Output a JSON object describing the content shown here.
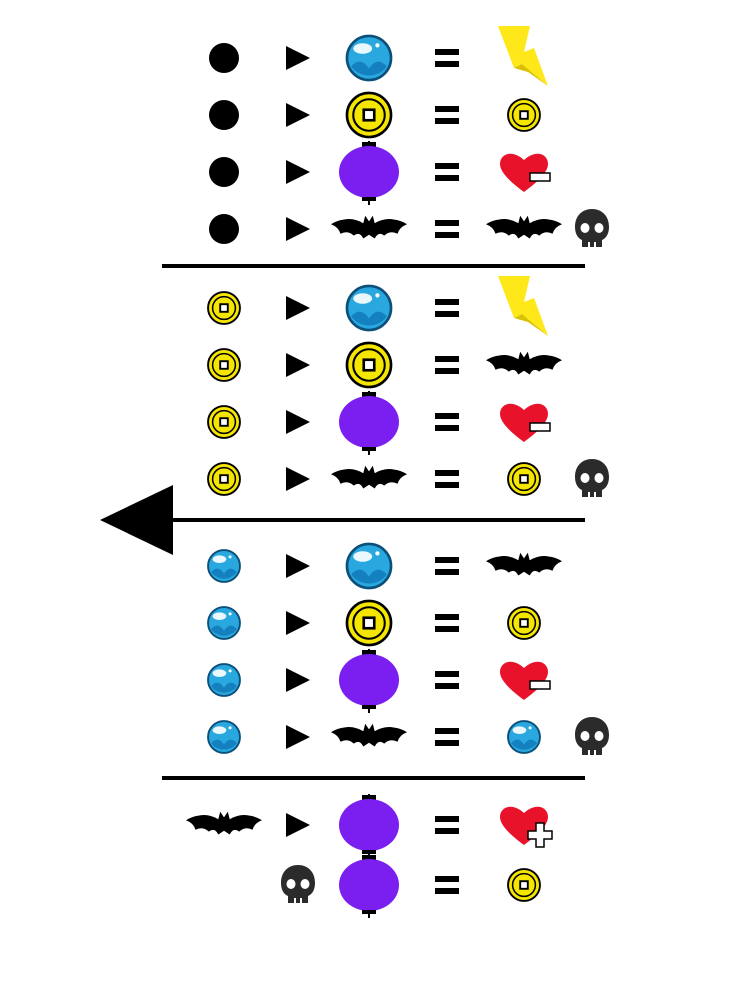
{
  "sections": [
    {
      "name": "black-dot",
      "rows": [
        {
          "left": "dot",
          "target": "orb",
          "result": "bolt",
          "skull": false
        },
        {
          "left": "dot",
          "target": "coin",
          "result": "coin",
          "skull": false
        },
        {
          "left": "dot",
          "target": "lantern",
          "result": "heart-minus",
          "skull": false
        },
        {
          "left": "dot",
          "target": "bat",
          "result": "bat",
          "skull": true
        }
      ]
    },
    {
      "name": "coin",
      "rows": [
        {
          "left": "coin",
          "target": "orb",
          "result": "bolt",
          "skull": false
        },
        {
          "left": "coin",
          "target": "coin",
          "result": "bat",
          "skull": false
        },
        {
          "left": "coin",
          "target": "lantern",
          "result": "heart-minus",
          "skull": false
        },
        {
          "left": "coin",
          "target": "bat",
          "result": "coin",
          "skull": true
        }
      ]
    },
    {
      "name": "orb",
      "rows": [
        {
          "left": "orb",
          "target": "orb",
          "result": "bat",
          "skull": false
        },
        {
          "left": "orb",
          "target": "coin",
          "result": "coin",
          "skull": false
        },
        {
          "left": "orb",
          "target": "lantern",
          "result": "heart-minus",
          "skull": false
        },
        {
          "left": "orb",
          "target": "bat",
          "result": "orb",
          "skull": true
        }
      ]
    },
    {
      "name": "bat-lantern",
      "rows": [
        {
          "left": "bat",
          "target": "lantern",
          "result": "heart-plus",
          "skull": false
        },
        {
          "left": "skull",
          "target": "lantern",
          "result": "coin",
          "skull": false
        }
      ]
    }
  ],
  "colors": {
    "orb": "#29a8e0",
    "coin": "#f4e600",
    "lantern": "#7a1ff0",
    "heart": "#e8122a",
    "bolt": "#ffe81a",
    "skull": "#2b2b2b",
    "ink": "#000000"
  },
  "icons": {
    "dot": "black-dot-icon",
    "orb": "blue-orb-icon",
    "coin": "gold-coin-icon",
    "lantern": "purple-lantern-icon",
    "bat": "bat-icon",
    "bolt": "lightning-bolt-icon",
    "heart-minus": "heart-minus-icon",
    "heart-plus": "heart-plus-icon",
    "skull": "skull-icon",
    "play": "play-arrow-icon",
    "equals": "equals-icon",
    "left-arrow": "left-arrow-icon"
  }
}
